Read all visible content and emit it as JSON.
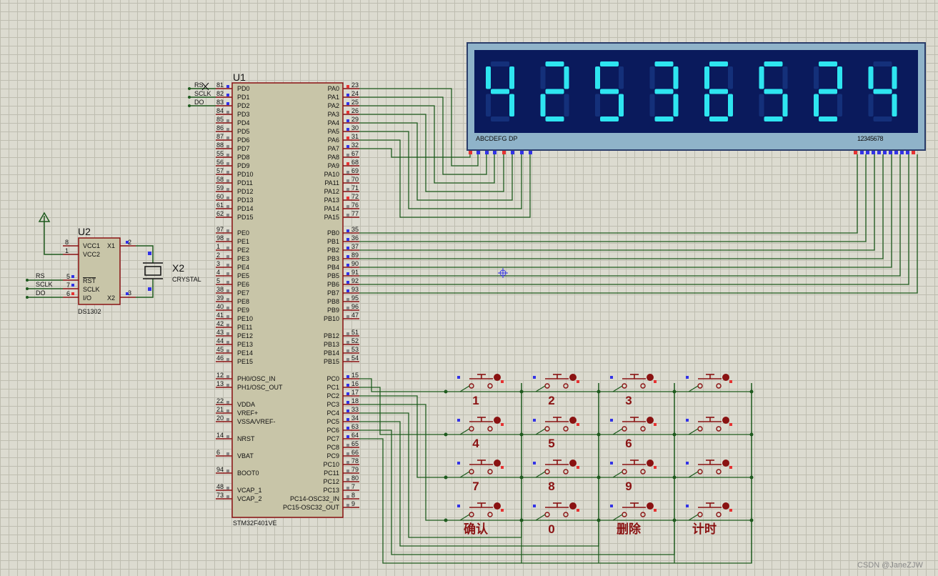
{
  "mcu": {
    "ref": "U1",
    "part": "STM32F401VE",
    "left_pins": [
      {
        "num": "81",
        "name": "PD0"
      },
      {
        "num": "82",
        "name": "PD1"
      },
      {
        "num": "83",
        "name": "PD2"
      },
      {
        "num": "84",
        "name": "PD3"
      },
      {
        "num": "85",
        "name": "PD4"
      },
      {
        "num": "86",
        "name": "PD5"
      },
      {
        "num": "87",
        "name": "PD6"
      },
      {
        "num": "88",
        "name": "PD7"
      },
      {
        "num": "55",
        "name": "PD8"
      },
      {
        "num": "56",
        "name": "PD9"
      },
      {
        "num": "57",
        "name": "PD10"
      },
      {
        "num": "58",
        "name": "PD11"
      },
      {
        "num": "59",
        "name": "PD12"
      },
      {
        "num": "60",
        "name": "PD13"
      },
      {
        "num": "61",
        "name": "PD14"
      },
      {
        "num": "62",
        "name": "PD15"
      },
      {
        "num": "97",
        "name": "PE0"
      },
      {
        "num": "98",
        "name": "PE1"
      },
      {
        "num": "1",
        "name": "PE2"
      },
      {
        "num": "2",
        "name": "PE3"
      },
      {
        "num": "3",
        "name": "PE4"
      },
      {
        "num": "4",
        "name": "PE5"
      },
      {
        "num": "5",
        "name": "PE6"
      },
      {
        "num": "38",
        "name": "PE7"
      },
      {
        "num": "39",
        "name": "PE8"
      },
      {
        "num": "40",
        "name": "PE9"
      },
      {
        "num": "41",
        "name": "PE10"
      },
      {
        "num": "42",
        "name": "PE11"
      },
      {
        "num": "43",
        "name": "PE12"
      },
      {
        "num": "44",
        "name": "PE13"
      },
      {
        "num": "45",
        "name": "PE14"
      },
      {
        "num": "46",
        "name": "PE15"
      },
      {
        "num": "12",
        "name": "PH0/OSC_IN"
      },
      {
        "num": "13",
        "name": "PH1/OSC_OUT"
      },
      {
        "num": "22",
        "name": "VDDA"
      },
      {
        "num": "21",
        "name": "VREF+"
      },
      {
        "num": "20",
        "name": "VSSA/VREF-"
      },
      {
        "num": "14",
        "name": "NRST"
      },
      {
        "num": "6",
        "name": "VBAT"
      },
      {
        "num": "94",
        "name": "BOOT0"
      },
      {
        "num": "48",
        "name": "VCAP_1"
      },
      {
        "num": "73",
        "name": "VCAP_2"
      }
    ],
    "right_pins": [
      {
        "num": "23",
        "name": "PA0"
      },
      {
        "num": "24",
        "name": "PA1"
      },
      {
        "num": "25",
        "name": "PA2"
      },
      {
        "num": "26",
        "name": "PA3"
      },
      {
        "num": "29",
        "name": "PA4"
      },
      {
        "num": "30",
        "name": "PA5"
      },
      {
        "num": "31",
        "name": "PA6"
      },
      {
        "num": "32",
        "name": "PA7"
      },
      {
        "num": "67",
        "name": "PA8"
      },
      {
        "num": "68",
        "name": "PA9"
      },
      {
        "num": "69",
        "name": "PA10"
      },
      {
        "num": "70",
        "name": "PA11"
      },
      {
        "num": "71",
        "name": "PA12"
      },
      {
        "num": "72",
        "name": "PA13"
      },
      {
        "num": "76",
        "name": "PA14"
      },
      {
        "num": "77",
        "name": "PA15"
      },
      {
        "num": "35",
        "name": "PB0"
      },
      {
        "num": "36",
        "name": "PB1"
      },
      {
        "num": "37",
        "name": "PB2"
      },
      {
        "num": "89",
        "name": "PB3"
      },
      {
        "num": "90",
        "name": "PB4"
      },
      {
        "num": "91",
        "name": "PB5"
      },
      {
        "num": "92",
        "name": "PB6"
      },
      {
        "num": "93",
        "name": "PB7"
      },
      {
        "num": "95",
        "name": "PB8"
      },
      {
        "num": "96",
        "name": "PB9"
      },
      {
        "num": "47",
        "name": "PB10"
      },
      {
        "num": "51",
        "name": "PB12"
      },
      {
        "num": "52",
        "name": "PB13"
      },
      {
        "num": "53",
        "name": "PB14"
      },
      {
        "num": "54",
        "name": "PB15"
      },
      {
        "num": "15",
        "name": "PC0"
      },
      {
        "num": "16",
        "name": "PC1"
      },
      {
        "num": "17",
        "name": "PC2"
      },
      {
        "num": "18",
        "name": "PC3"
      },
      {
        "num": "33",
        "name": "PC4"
      },
      {
        "num": "34",
        "name": "PC5"
      },
      {
        "num": "63",
        "name": "PC6"
      },
      {
        "num": "64",
        "name": "PC7"
      },
      {
        "num": "65",
        "name": "PC8"
      },
      {
        "num": "66",
        "name": "PC9"
      },
      {
        "num": "78",
        "name": "PC10"
      },
      {
        "num": "79",
        "name": "PC11"
      },
      {
        "num": "80",
        "name": "PC12"
      },
      {
        "num": "7",
        "name": "PC13"
      },
      {
        "num": "8",
        "name": "PC14-OSC32_IN"
      },
      {
        "num": "9",
        "name": "PC15-OSC32_OUT"
      }
    ]
  },
  "rtc": {
    "ref": "U2",
    "part": "DS1302",
    "pins": {
      "vcc1": "VCC1",
      "vcc2": "VCC2",
      "rst": "RST",
      "sclk": "SCLK",
      "io": "I/O",
      "x1": "X1",
      "x2": "X2"
    },
    "pin_nums": {
      "vcc1": "8",
      "vcc2": "1",
      "rst": "5",
      "sclk": "7",
      "io": "6",
      "x1": "2",
      "x2": "3"
    },
    "net_labels": [
      "RS",
      "SCLK",
      "DO"
    ]
  },
  "crystal": {
    "ref": "X2",
    "part": "CRYSTAL"
  },
  "mcu_net_labels": [
    "RS",
    "SCLK",
    "DO"
  ],
  "display": {
    "digits": "42536524",
    "seg_label": "ABCDEFG  DP",
    "digit_label": "12345678"
  },
  "keypad": {
    "keys": [
      "1",
      "2",
      "3",
      "",
      "4",
      "5",
      "6",
      "",
      "7",
      "8",
      "9",
      "",
      "确认",
      "0",
      "删除",
      "计时"
    ]
  },
  "watermark": "CSDN @JaneZJW",
  "colors": {
    "wire": "#1e5b1e",
    "component": "#8a1212",
    "body": "#c8c5a8",
    "display_bg": "#0a1a5c",
    "segment": "#2ee5f0",
    "segment_dim": "#14307a",
    "grid": "#bebdb0",
    "background": "#dcdbd0"
  }
}
